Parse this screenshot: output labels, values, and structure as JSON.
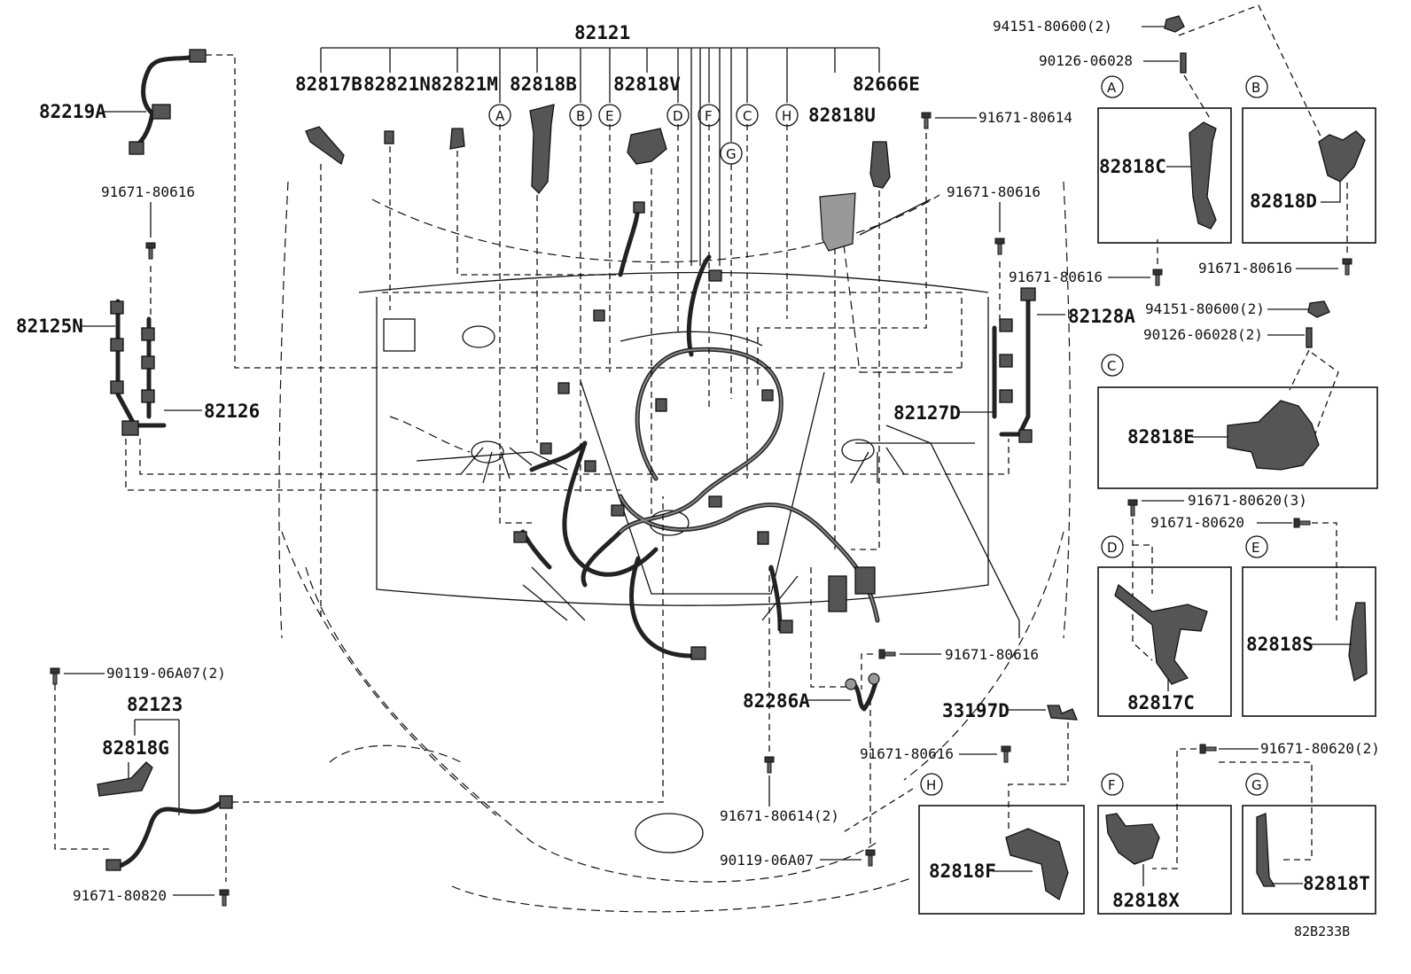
{
  "diagram_code": "82B233B",
  "top_parts": {
    "main": "82121",
    "p82817B": "82817B",
    "p82821N": "82821N",
    "p82821M": "82821M",
    "p82818B": "82818B",
    "p82818V": "82818V",
    "p82666E": "82666E",
    "p82818U": "82818U"
  },
  "left_parts": {
    "p82219A": "82219A",
    "p82125N": "82125N",
    "p82126": "82126",
    "p82123": "82123",
    "p82818G": "82818G"
  },
  "right_parts": {
    "p82128A": "82128A",
    "p82127D": "82127D",
    "p82286A": "82286A",
    "p33197D": "33197D"
  },
  "screws": {
    "s91671_80616_left": "91671-80616",
    "s91671_80614_top": "91671-80614",
    "s91671_80616_top": "91671-80616",
    "s91671_80616_mid": "91671-80616",
    "s91671_80616_A": "91671-80616",
    "s91671_80616_B": "91671-80616",
    "s94151_80600_top": "94151-80600(2)",
    "s90126_06028_top": "90126-06028",
    "s94151_80600_C": "94151-80600(2)",
    "s90126_06028_C": "90126-06028(2)",
    "s91671_80620_3": "91671-80620(3)",
    "s91671_80620_E": "91671-80620",
    "s91671_80616_low": "91671-80616",
    "s91671_80616_H": "91671-80616",
    "s91671_80620_2": "91671-80620(2)",
    "s91671_80614_2": "91671-80614(2)",
    "s90119_06A07": "90119-06A07",
    "s90119_06A07_2": "90119-06A07(2)",
    "s91671_80820": "91671-80820"
  },
  "callouts": [
    "A",
    "B",
    "C",
    "D",
    "E",
    "F",
    "G",
    "H"
  ],
  "panels": {
    "A": {
      "letter": "A",
      "part": "82818C"
    },
    "B": {
      "letter": "B",
      "part": "82818D"
    },
    "C": {
      "letter": "C",
      "part": "82818E"
    },
    "D": {
      "letter": "D",
      "part": "82817C"
    },
    "E": {
      "letter": "E",
      "part": "82818S"
    },
    "F": {
      "letter": "F",
      "part": "82818X"
    },
    "G": {
      "letter": "G",
      "part": "82818T"
    },
    "H": {
      "letter": "H",
      "part": "82818F"
    }
  }
}
